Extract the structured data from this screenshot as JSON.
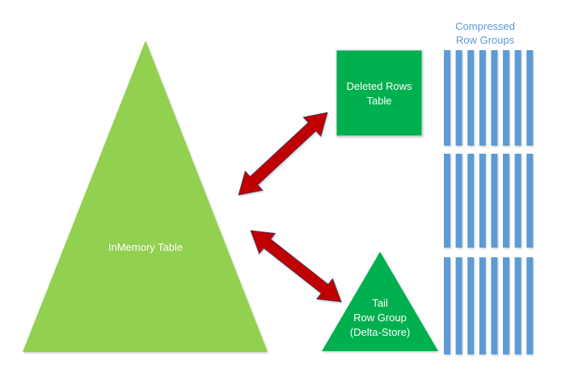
{
  "diagram": {
    "inmemory_table": {
      "label": "InMemory Table",
      "color": "#92d050"
    },
    "deleted_rows_table": {
      "line1": "Deleted Rows",
      "line2": "Table",
      "color": "#00b050"
    },
    "tail_row_group": {
      "line1": "Tail",
      "line2": "Row Group",
      "line3": "(Delta-Store)",
      "color": "#00b050"
    },
    "compressed_row_groups": {
      "line1": "Compressed",
      "line2": "Row Groups",
      "color": "#5b9bd5",
      "groups": 3,
      "columns_per_group": 8
    },
    "arrow_color": "#c00000"
  }
}
